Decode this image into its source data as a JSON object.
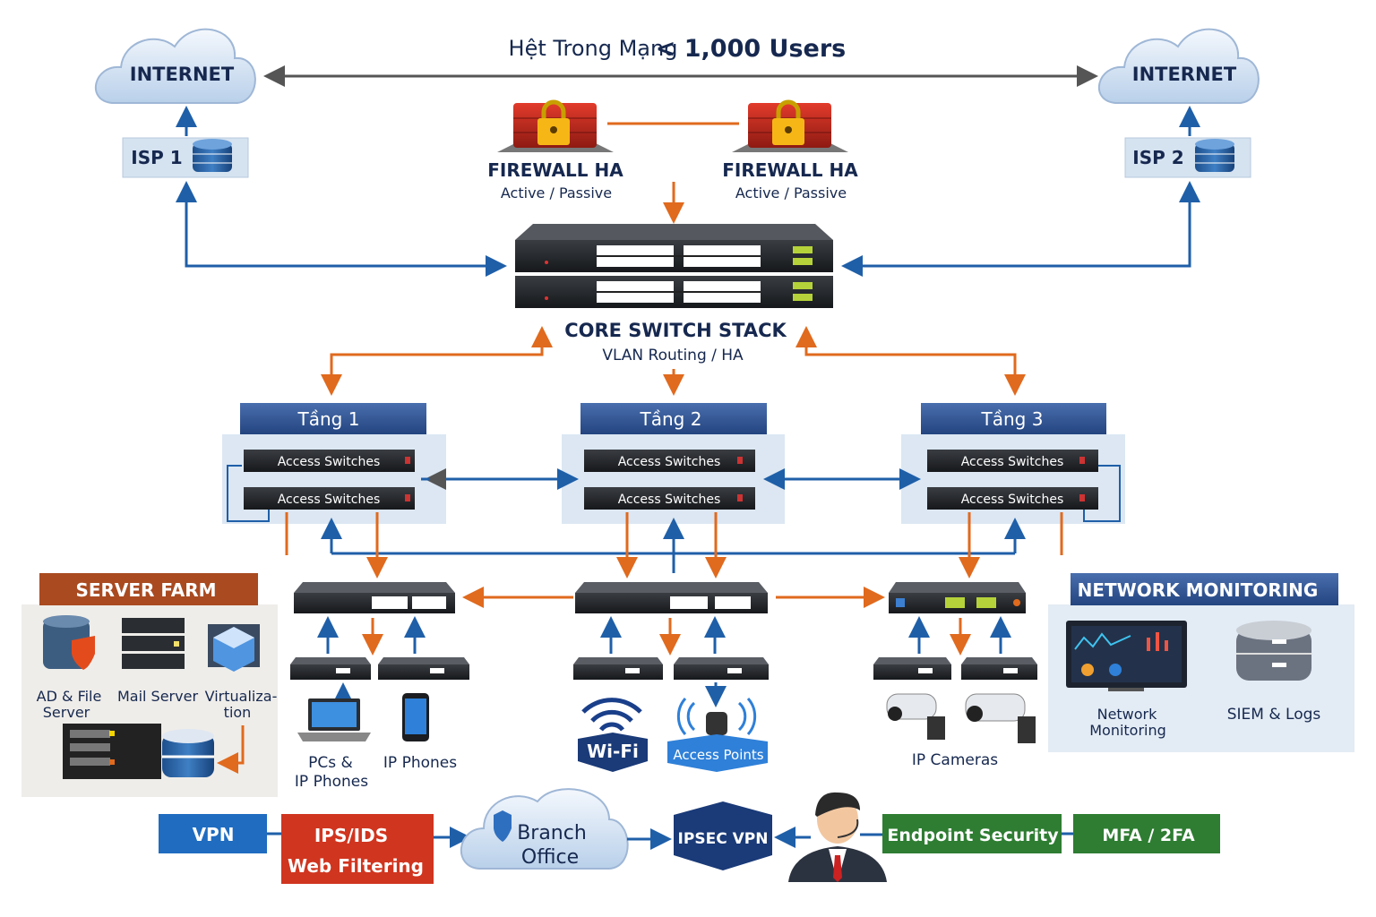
{
  "title": {
    "prefix": "Hệt Trong Mạng",
    "emphasis": "< 1,000 Users"
  },
  "internet": [
    {
      "label": "INTERNET"
    },
    {
      "label": "INTERNET"
    }
  ],
  "isp": [
    {
      "label": "ISP 1"
    },
    {
      "label": "ISP 2"
    }
  ],
  "firewalls": [
    {
      "title": "FIREWALL HA",
      "mode": "Active / Passive"
    },
    {
      "title": "FIREWALL HA",
      "mode": "Active / Passive"
    }
  ],
  "core": {
    "title": "CORE SWITCH STACK",
    "subtitle": "VLAN Routing / HA"
  },
  "floors": [
    {
      "label": "Tầng 1",
      "switches": [
        "Access Switches",
        "Access Switches"
      ]
    },
    {
      "label": "Tầng 2",
      "switches": [
        "Access Switches",
        "Access Switches"
      ]
    },
    {
      "label": "Tầng 3",
      "switches": [
        "Access Switches",
        "Access Switches"
      ]
    }
  ],
  "devices": {
    "pcs": "PCs &",
    "pcs2": "IP Phones",
    "phones": "IP Phones",
    "wifi": "Wi-Fi",
    "ap": "Access Points",
    "cameras": "IP Cameras"
  },
  "server_farm": {
    "title": "SERVER FARM",
    "items": [
      "AD & File",
      "Server",
      "Mail Server",
      "Virtualiza-",
      "tion"
    ]
  },
  "monitoring": {
    "title": "NETWORK MONITORING",
    "items": [
      "Network",
      "Monitoring",
      "SIEM & Logs"
    ]
  },
  "bottom": {
    "vpn": "VPN",
    "ips": "IPS/IDS",
    "web": "Web Filtering",
    "branch": [
      "Branch",
      "Office"
    ],
    "ipsec": "IPSEC VPN",
    "endpoint": "Endpoint Security",
    "mfa": "MFA / 2FA"
  },
  "colors": {
    "navy": "#16284f",
    "blue_line": "#1f5fa8",
    "orange_line": "#e06a1e",
    "header_blue": "#2f5597",
    "server_farm": "#a94a20",
    "green": "#2e7d32",
    "red": "#c9301f"
  }
}
